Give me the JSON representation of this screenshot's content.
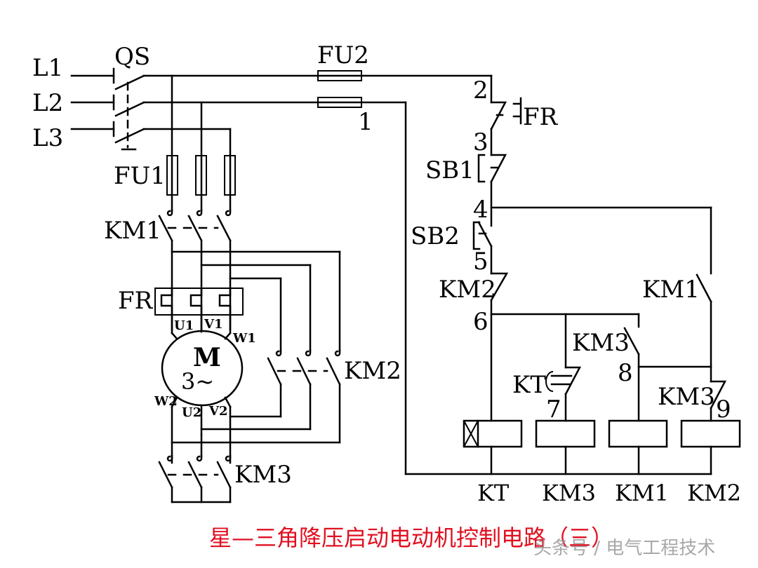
{
  "diagram": {
    "title": "星—三角降压启动电动机控制电路（三）",
    "watermark": "头条号 / 电气工程技术",
    "title_color": "#e01020",
    "power_circuit": {
      "lines": [
        "L1",
        "L2",
        "L3"
      ],
      "main_switch": "QS",
      "fuses": "FU1",
      "main_contactor": "KM1",
      "overload_relay": "FR",
      "motor": {
        "name": "M",
        "phase": "3~",
        "terminals": [
          "U1",
          "V1",
          "W1",
          "W2",
          "U2",
          "V2"
        ]
      },
      "delta_contactor": "KM2",
      "star_contactor": "KM3"
    },
    "control_circuit": {
      "fuse": "FU2",
      "nodes": [
        "1",
        "2",
        "3",
        "4",
        "5",
        "6",
        "7",
        "8",
        "9"
      ],
      "contacts": {
        "fr_nc": "FR",
        "stop_button": "SB1",
        "start_button": "SB2",
        "km2_nc": "KM2",
        "km1_no": "KM1",
        "km3_no": "KM3",
        "kt_timed": "KT",
        "km3_nc": "KM3"
      },
      "coils": [
        "KT",
        "KM3",
        "KM1",
        "KM2"
      ]
    }
  }
}
